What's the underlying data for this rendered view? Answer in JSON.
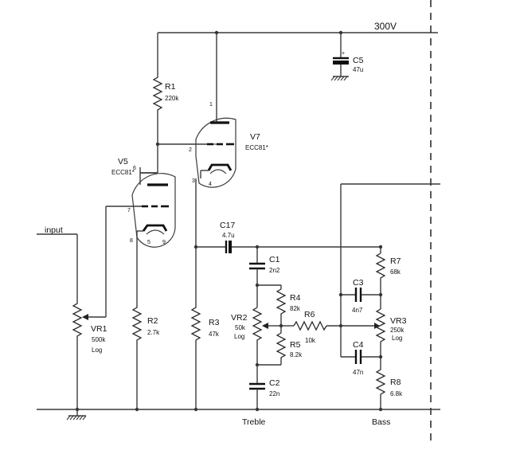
{
  "supply": {
    "label": "300V"
  },
  "input_label": "input",
  "footer": {
    "treble": "Treble",
    "bass": "Bass"
  },
  "components": {
    "R1": {
      "ref": "R1",
      "value": "220k"
    },
    "C5": {
      "ref": "C5",
      "value": "47u"
    },
    "V7": {
      "ref": "V7",
      "value": "ECC81*"
    },
    "V5": {
      "ref": "V5",
      "value": "ECC81*"
    },
    "C17": {
      "ref": "C17",
      "value": "4.7u"
    },
    "C1": {
      "ref": "C1",
      "value": "2n2"
    },
    "R7": {
      "ref": "R7",
      "value": "68k"
    },
    "C3": {
      "ref": "C3",
      "value": "4n7"
    },
    "R4": {
      "ref": "R4",
      "value": "82k"
    },
    "R6": {
      "ref": "R6",
      "value": "10k"
    },
    "VR2": {
      "ref": "VR2",
      "value": "50k",
      "taper": "Log"
    },
    "VR3": {
      "ref": "VR3",
      "value": "250k",
      "taper": "Log"
    },
    "R5": {
      "ref": "R5",
      "value": "8.2k"
    },
    "C4": {
      "ref": "C4",
      "value": "47n"
    },
    "R8": {
      "ref": "R8",
      "value": "6.8k"
    },
    "C2": {
      "ref": "C2",
      "value": "22n"
    },
    "VR1": {
      "ref": "VR1",
      "value": "500k",
      "taper": "Log"
    },
    "R2": {
      "ref": "R2",
      "value": "2.7k"
    },
    "R3": {
      "ref": "R3",
      "value": "47k"
    }
  },
  "pins": {
    "v7_plate": "1",
    "v7_grid": "2",
    "v7_cathode": "3",
    "v7_heater": "4",
    "v5_plate": "6",
    "v5_grid": "7",
    "v5_cathode": "8",
    "v5_heater_a": "5",
    "v5_heater_b": "9"
  },
  "c5_polarity": "+"
}
